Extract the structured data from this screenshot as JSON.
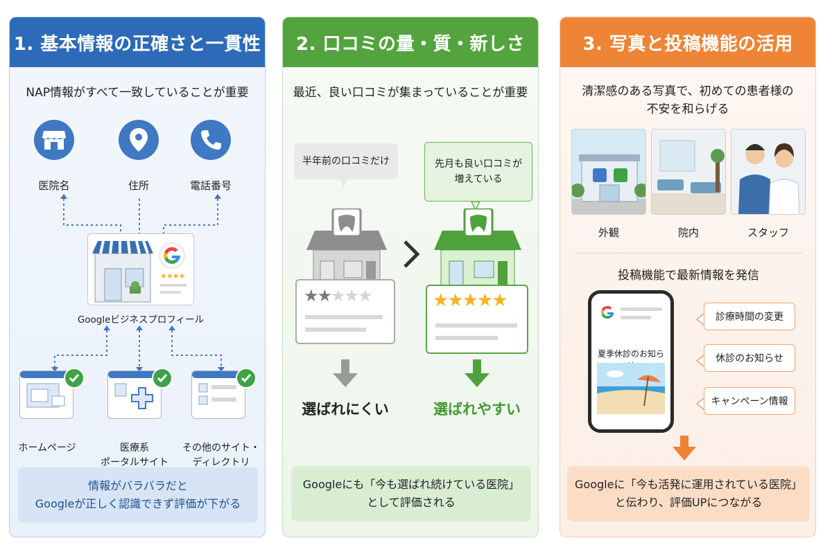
{
  "panel1": {
    "title": "1. 基本情報の正確さと一貫性",
    "subtitle": "NAP情報がすべて一致していることが重要",
    "icons": [
      {
        "label": "医院名",
        "icon": "storefront-icon"
      },
      {
        "label": "住所",
        "icon": "map-pin-icon"
      },
      {
        "label": "電話番号",
        "icon": "phone-icon"
      }
    ],
    "profile_label": "Googleビジネスプロフィール",
    "sites": [
      {
        "label_line1": "ホームページ",
        "label_line2": ""
      },
      {
        "label_line1": "医療系",
        "label_line2": "ポータルサイト"
      },
      {
        "label_line1": "その他のサイト・",
        "label_line2": "ディレクトリ"
      }
    ],
    "callout_line1": "情報がバラバラだと",
    "callout_line2": "Googleが正しく認識できず評価が下がる"
  },
  "panel2": {
    "title": "2. 口コミの量・質・新しさ",
    "subtitle": "最近、良い口コミが集まっていることが重要",
    "left_bubble": "半年前の口コミだけ",
    "right_bubble_line1": "先月も良い口コミが",
    "right_bubble_line2": "増えている",
    "left_rating": 2,
    "right_rating": 5,
    "left_result": "選ばれにくい",
    "right_result": "選ばれやすい",
    "callout_line1": "Googleにも「今も選ばれ続けている医院」",
    "callout_line2": "として評価される"
  },
  "panel3": {
    "title": "3. 写真と投稿機能の活用",
    "subtitle_line1": "清潔感のある写真で、初めての患者様の",
    "subtitle_line2": "不安を和らげる",
    "photos": [
      {
        "label": "外観"
      },
      {
        "label": "院内"
      },
      {
        "label": "スタッフ"
      }
    ],
    "post_heading": "投稿機能で最新情報を発信",
    "phone_post_title": "夏季休診のお知らせ",
    "post_items": [
      "診療時間の変更",
      "休診のお知らせ",
      "キャンペーン情報"
    ],
    "callout_line1": "Googleに「今も活発に運用されている医院」",
    "callout_line2": "と伝わり、評価UPにつながる"
  },
  "colors": {
    "blue": "#2d6bb8",
    "green": "#53a43e",
    "orange": "#ee8436",
    "star": "#f5b323"
  }
}
